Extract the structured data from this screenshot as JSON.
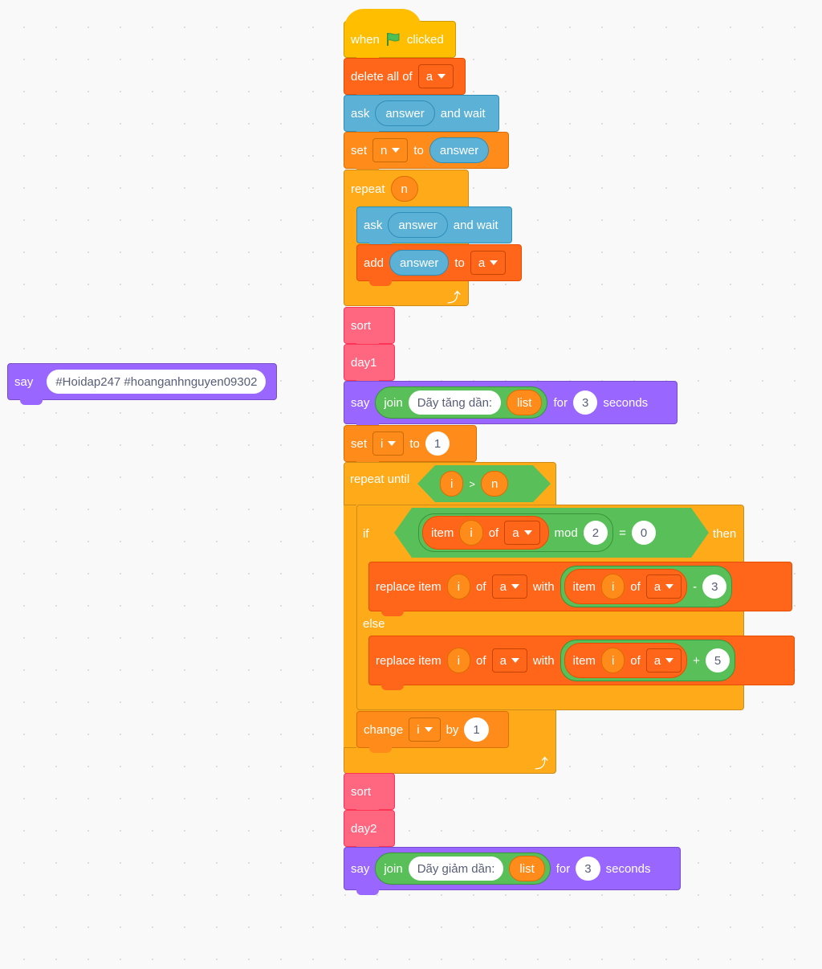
{
  "script": {
    "when_flag": {
      "when": "when",
      "clicked": "clicked"
    },
    "delete_all": {
      "label": "delete all of",
      "list": "a"
    },
    "ask1": {
      "ask": "ask",
      "reporter": "answer",
      "wait": "and wait"
    },
    "set_n": {
      "set": "set",
      "var": "n",
      "to": "to",
      "value": "answer"
    },
    "repeat": {
      "label": "repeat",
      "times": "n"
    },
    "ask2": {
      "ask": "ask",
      "reporter": "answer",
      "wait": "and wait"
    },
    "add": {
      "add": "add",
      "value": "answer",
      "to": "to",
      "list": "a"
    },
    "sort1": "sort",
    "day1": "day1",
    "say1": {
      "say": "say",
      "join": "join",
      "text": "Dãy tăng dần:",
      "list": "list",
      "for": "for",
      "secs": "3",
      "seconds": "seconds"
    },
    "set_i": {
      "set": "set",
      "var": "i",
      "to": "to",
      "value": "1"
    },
    "repeat_until": {
      "label": "repeat until",
      "left": "i",
      "op": ">",
      "right": "n"
    },
    "if": {
      "if": "if",
      "item": "item",
      "index": "i",
      "of": "of",
      "list": "a",
      "mod": "mod",
      "modval": "2",
      "eq": "=",
      "eqval": "0",
      "then": "then",
      "else": "else"
    },
    "replace1": {
      "label": "replace item",
      "index": "i",
      "of": "of",
      "list": "a",
      "with": "with",
      "item": "item",
      "iindex": "i",
      "iof": "of",
      "ilist": "a",
      "op": "-",
      "val": "3"
    },
    "replace2": {
      "label": "replace item",
      "index": "i",
      "of": "of",
      "list": "a",
      "with": "with",
      "item": "item",
      "iindex": "i",
      "iof": "of",
      "ilist": "a",
      "op": "+",
      "val": "5"
    },
    "change": {
      "label": "change",
      "var": "i",
      "by": "by",
      "value": "1"
    },
    "sort2": "sort",
    "day2": "day2",
    "say2": {
      "say": "say",
      "join": "join",
      "text": "Dãy giảm dần:",
      "list": "list",
      "for": "for",
      "secs": "3",
      "seconds": "seconds"
    }
  },
  "loose_say": {
    "say": "say",
    "text": "#Hoidap247 #hoanganhnguyen09302"
  },
  "colors": {
    "events": "#ffbf00",
    "lists": "#ff661a",
    "sensing": "#5cb1d6",
    "variables": "#ff8c1a",
    "control": "#ffab19",
    "myblocks": "#ff6680",
    "looks": "#9966ff",
    "operators": "#59c059"
  }
}
